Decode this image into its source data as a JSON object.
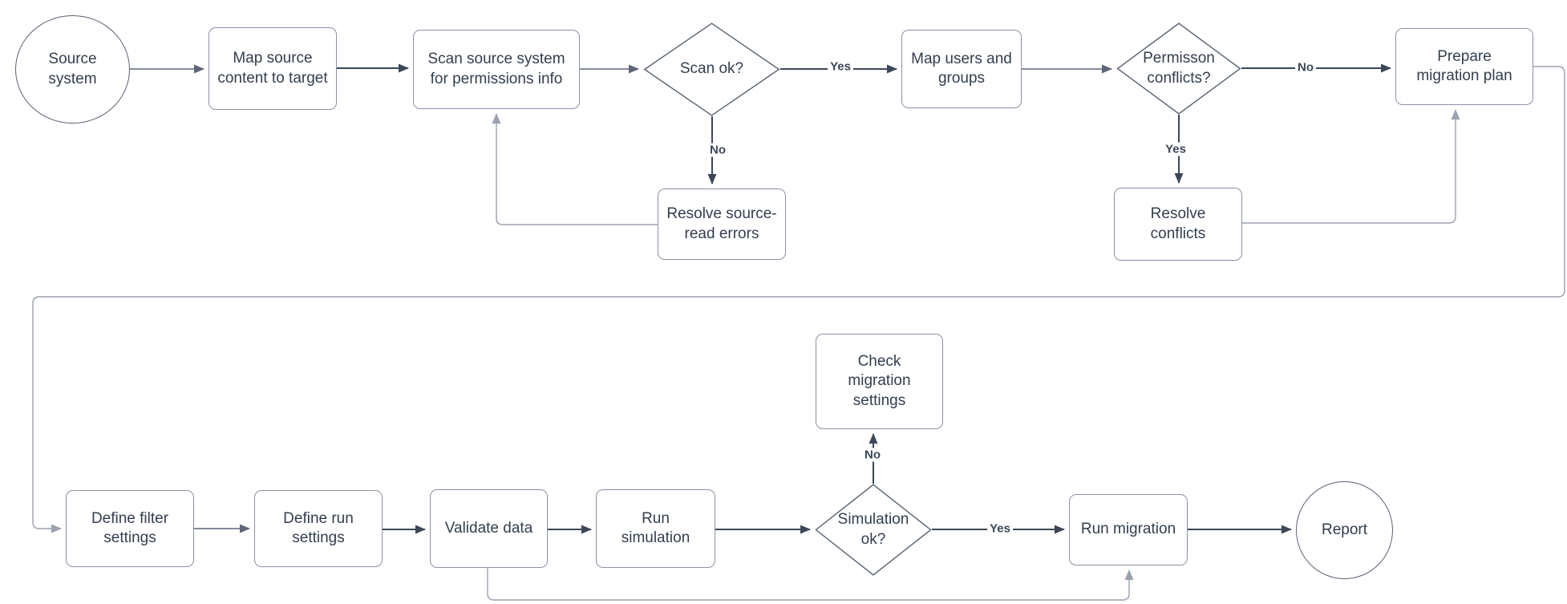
{
  "diagram": {
    "nodes": {
      "source_system": {
        "label": "Source system",
        "shape": "ellipse"
      },
      "map_source_content": {
        "label": "Map source content to target",
        "shape": "rect"
      },
      "scan_source_system": {
        "label": "Scan source system for permissions info",
        "shape": "rect"
      },
      "scan_ok": {
        "label": "Scan ok?",
        "shape": "diamond"
      },
      "map_users_groups": {
        "label": "Map users and groups",
        "shape": "rect"
      },
      "permisson_conflicts": {
        "label": "Permisson conflicts?",
        "shape": "diamond"
      },
      "prepare_migration_plan": {
        "label": "Prepare migration plan",
        "shape": "rect"
      },
      "resolve_source_read": {
        "label": "Resolve source-read errors",
        "shape": "rect"
      },
      "resolve_conflicts": {
        "label": "Resolve conflicts",
        "shape": "rect"
      },
      "check_migration_settings": {
        "label": "Check migration settings",
        "shape": "rect"
      },
      "define_filter_settings": {
        "label": "Define filter settings",
        "shape": "rect"
      },
      "define_run_settings": {
        "label": "Define run settings",
        "shape": "rect"
      },
      "validate_data": {
        "label": "Validate data",
        "shape": "rect"
      },
      "run_simulation": {
        "label": "Run simulation",
        "shape": "rect"
      },
      "simulation_ok": {
        "label": "Simulation ok?",
        "shape": "diamond"
      },
      "run_migration": {
        "label": "Run migration",
        "shape": "rect"
      },
      "report": {
        "label": "Report",
        "shape": "ellipse"
      }
    },
    "edge_labels": {
      "scan_ok_yes": "Yes",
      "scan_ok_no": "No",
      "permisson_no": "No",
      "permisson_yes": "Yes",
      "simulation_no": "No",
      "simulation_yes": "Yes"
    },
    "colors": {
      "background": "#ffffff",
      "text": "#333e4f",
      "node_border": "#8b92a4",
      "diamond_border": "#586272",
      "edge_dark": "#3c4757",
      "edge_med": "#5d6678",
      "edge_light": "#9aa1af"
    }
  }
}
